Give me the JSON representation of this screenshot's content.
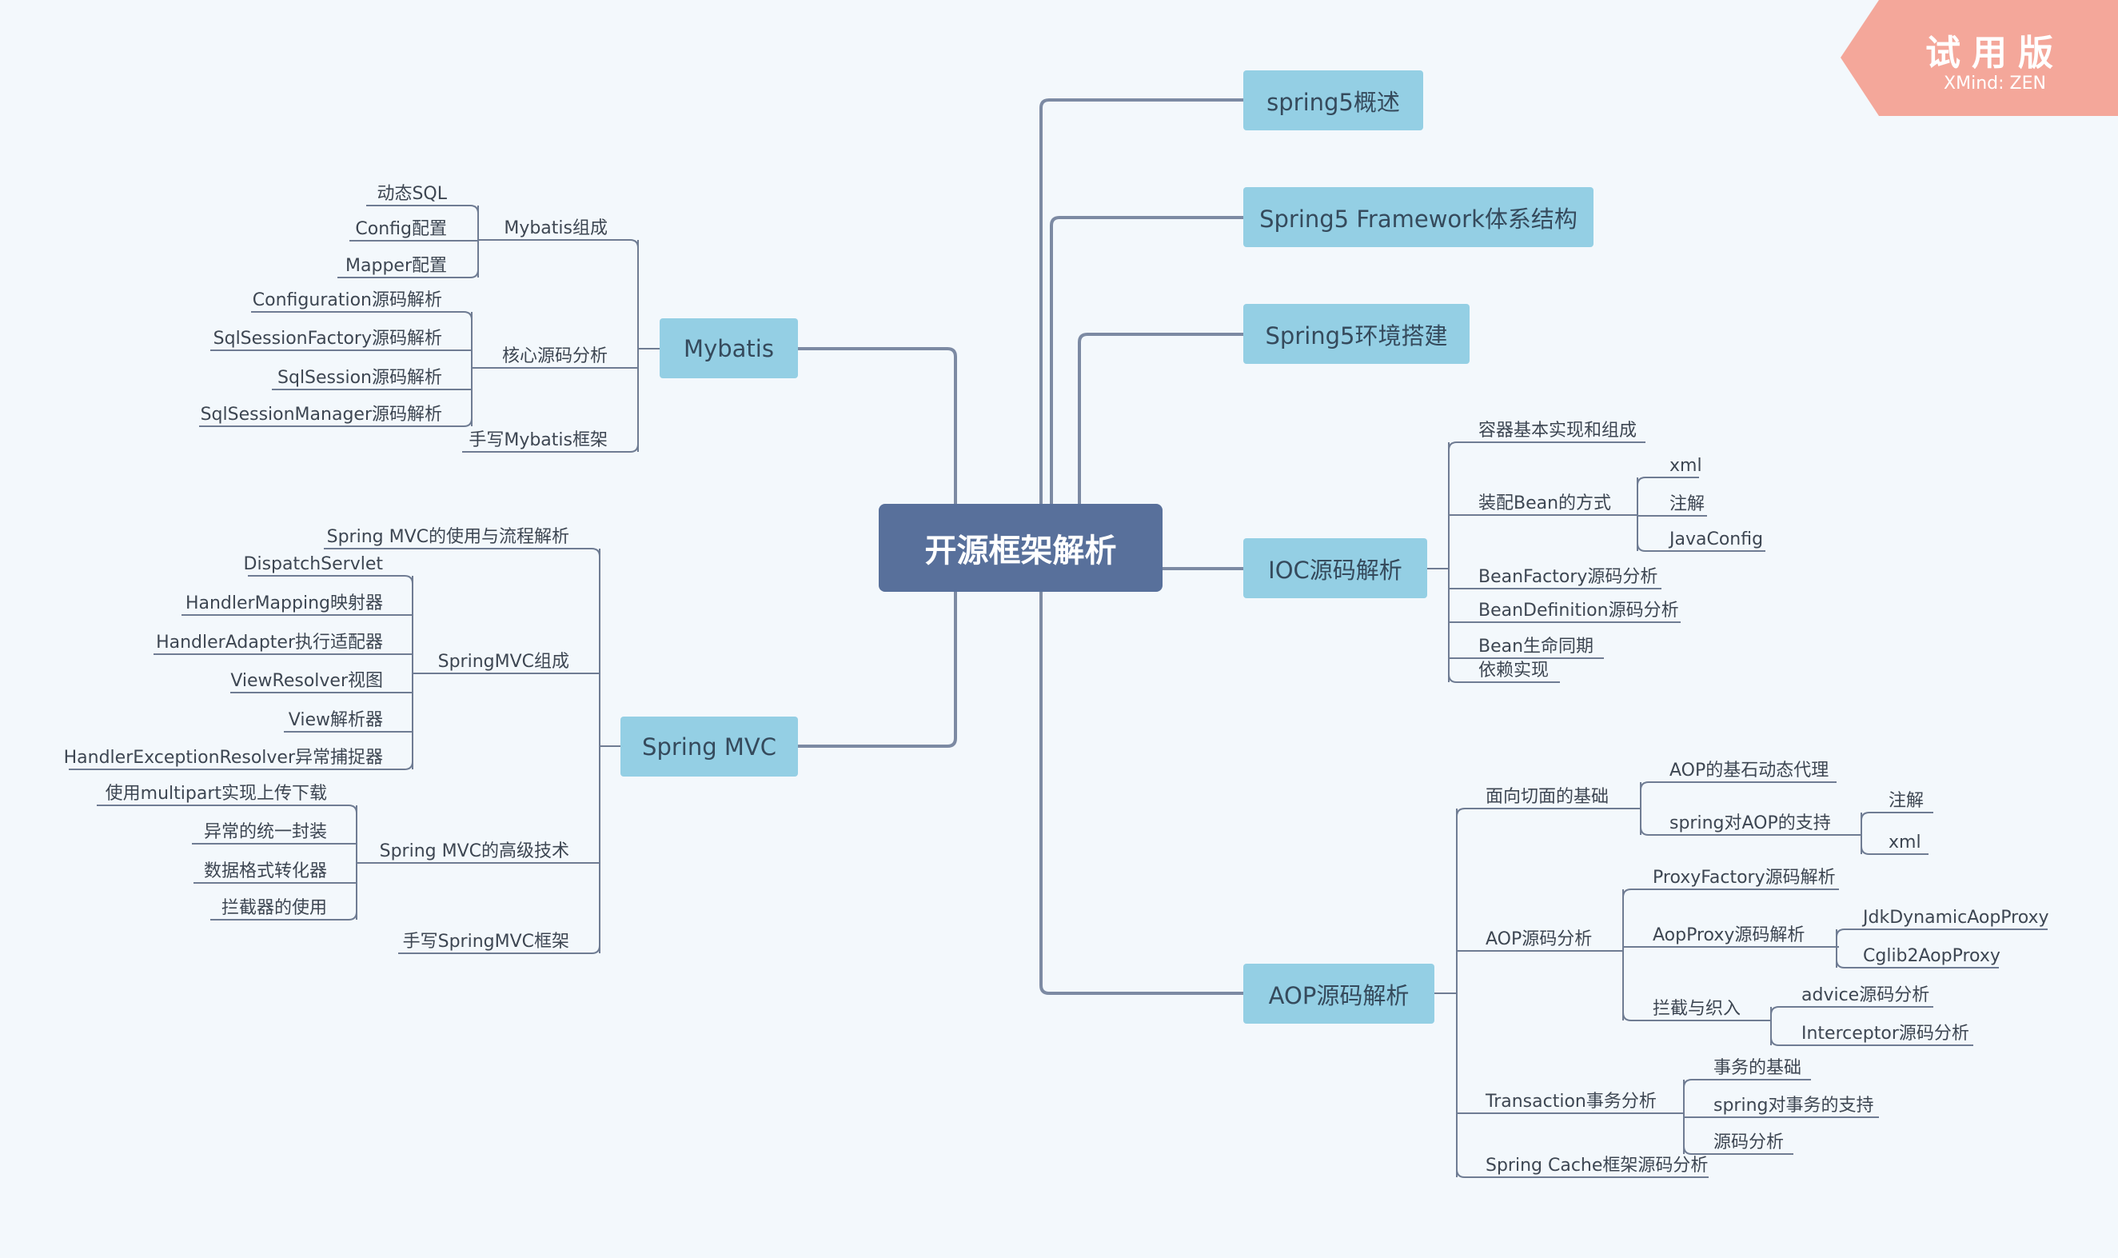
{
  "badge": {
    "title": "试用版",
    "subtitle": "XMind: ZEN"
  },
  "central": {
    "label": "开源框架解析"
  },
  "main_topics": {
    "spring5_overview": "spring5概述",
    "framework_structure": "Spring5 Framework体系结构",
    "env_setup": "Spring5环境搭建",
    "ioc": "IOC源码解析",
    "aop": "AOP源码解析",
    "mybatis": "Mybatis",
    "spring_mvc": "Spring MVC"
  },
  "ioc": {
    "container": "容器基本实现和组成",
    "assembly": "装配Bean的方式",
    "assembly_xml": "xml",
    "assembly_annotation": "注解",
    "assembly_javaconfig": "JavaConfig",
    "beanfactory": "BeanFactory源码分析",
    "beandefinition": "BeanDefinition源码分析",
    "lifecycle": "Bean生命同期",
    "dependency": "依赖实现"
  },
  "aop": {
    "basics": "面向切面的基础",
    "dynamic_proxy": "AOP的基石动态代理",
    "spring_support": "spring对AOP的支持",
    "support_annotation": "注解",
    "support_xml": "xml",
    "source_analysis": "AOP源码分析",
    "proxyfactory": "ProxyFactory源码解析",
    "aopproxy": "AopProxy源码解析",
    "jdk_proxy": "JdkDynamicAopProxy",
    "cglib_proxy": "Cglib2AopProxy",
    "intercept": "拦截与织入",
    "advice": "advice源码分析",
    "interceptor": "Interceptor源码分析",
    "transaction": "Transaction事务分析",
    "tx_basics": "事务的基础",
    "tx_spring": "spring对事务的支持",
    "tx_source": "源码分析",
    "cache": "Spring Cache框架源码分析"
  },
  "mybatis": {
    "components": "Mybatis组成",
    "dynamic_sql": "动态SQL",
    "config": "Config配置",
    "mapper": "Mapper配置",
    "core": "核心源码分析",
    "configuration": "Configuration源码解析",
    "sqlsessionfactory": "SqlSessionFactory源码解析",
    "sqlsession": "SqlSession源码解析",
    "sqlsessionmanager": "SqlSessionManager源码解析",
    "handwrite": "手写Mybatis框架"
  },
  "spring_mvc": {
    "usage": "Spring MVC的使用与流程解析",
    "components": "SpringMVC组成",
    "dispatch": "DispatchServlet",
    "handlermapping": "HandlerMapping映射器",
    "handleradapter": "HandlerAdapter执行适配器",
    "viewresolver": "ViewResolver视图",
    "view": "View解析器",
    "exception_resolver": "HandlerExceptionResolver异常捕捉器",
    "advanced": "Spring MVC的高级技术",
    "multipart": "使用multipart实现上传下载",
    "exception_wrap": "异常的统一封装",
    "converter": "数据格式转化器",
    "interceptor": "拦截器的使用",
    "handwrite": "手写SpringMVC框架"
  }
}
